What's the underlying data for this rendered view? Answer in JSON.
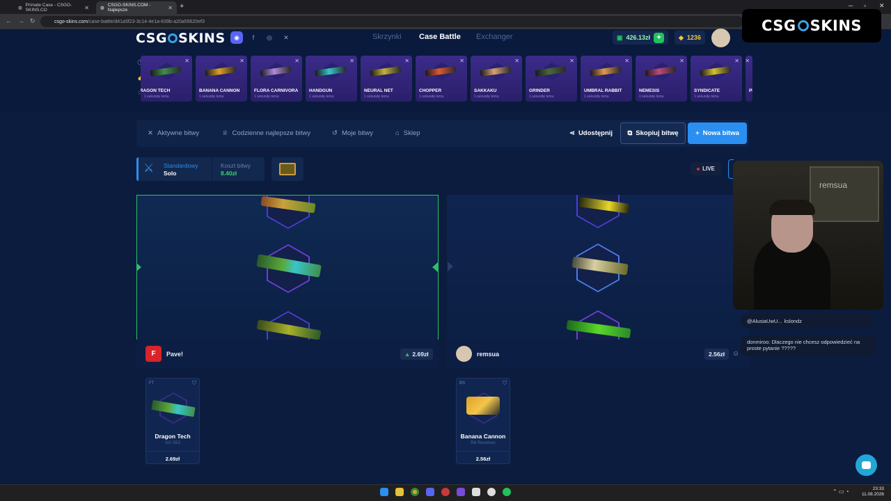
{
  "browser": {
    "tabs": [
      {
        "label": "Primate Case - CSGO-SKINS.CO"
      },
      {
        "label": "CSGO-SKINS.COM - Najlepsze"
      }
    ],
    "url_domain": "csgo-skins.com",
    "url_path": "/case-battle/d41a5f23-3c14-4e1a-839b-a20a59620ef3"
  },
  "header": {
    "logo_left": "CSG",
    "logo_right": "SKINS",
    "nav": [
      {
        "label": "Skrzynki"
      },
      {
        "label": "Case Battle"
      },
      {
        "label": "Exchanger"
      }
    ],
    "balance": "426.13zł",
    "coins": "1236"
  },
  "stream_overlay_logo": {
    "left": "CSG",
    "right": "SKINS"
  },
  "live_feed": [
    {
      "name": "DRAGON TECH",
      "time": "1 sekundę temu",
      "color": "#3f8f4a"
    },
    {
      "name": "BANANA CANNON",
      "time": "1 sekundę temu",
      "color": "#e0a024"
    },
    {
      "name": "FLORA CARNIVORA",
      "time": "1 sekundę temu",
      "color": "#b08ad6"
    },
    {
      "name": "HANDGUN",
      "time": "1 sekundę temu",
      "color": "#37c6c8"
    },
    {
      "name": "NEURAL NET",
      "time": "1 sekundę temu",
      "color": "#c6b23a"
    },
    {
      "name": "CHOPPER",
      "time": "1 sekundę temu",
      "color": "#e05a2a"
    },
    {
      "name": "SAKKAKU",
      "time": "1 sekundę temu",
      "color": "#d8a070"
    },
    {
      "name": "GRINDER",
      "time": "1 sekundę temu",
      "color": "#4a6a3a"
    },
    {
      "name": "UMBRAL RABBIT",
      "time": "1 sekundę temu",
      "color": "#e09a4a"
    },
    {
      "name": "NEMESIS",
      "time": "1 sekundę temu",
      "color": "#c04a7a"
    },
    {
      "name": "SYNDICATE",
      "time": "1 sekundę temu",
      "color": "#d8c02a"
    },
    {
      "name": "PI",
      "time": "",
      "color": "#6a5ac0"
    }
  ],
  "battle_tabs": [
    {
      "label": "Aktywne bitwy",
      "icon": "swords-icon"
    },
    {
      "label": "Codzienne najlepsze bitwy",
      "icon": "trophy-icon"
    },
    {
      "label": "Moje bitwy",
      "icon": "history-icon"
    },
    {
      "label": "Sklep",
      "icon": "basket-icon"
    }
  ],
  "actions": {
    "share": "Udostępnij",
    "copy": "Skopiuj bitwę",
    "new": "Nowa bitwa"
  },
  "battle_info": {
    "mode_label": "Standardowy",
    "mode_value": "Solo",
    "cost_label": "Koszt bitwy",
    "cost_value": "8.40zł",
    "live": "LIVE"
  },
  "players": [
    {
      "name": "Pave!",
      "total": "2.69zł",
      "item": {
        "tag": "FT",
        "name": "Dragon Tech",
        "sub": "SG 553",
        "price": "2.69zł",
        "color": "#3f8f4a"
      }
    },
    {
      "name": "remsua",
      "total": "2.56zł",
      "item": {
        "tag": "BS",
        "name": "Banana Cannon",
        "sub": "R8 Revolver",
        "price": "2.56zł",
        "color": "#e0a024"
      }
    }
  ],
  "webcam": {
    "watermark": "remsua"
  },
  "chat": [
    {
      "user": "@AlusiaUwU... ",
      "text": "kslondz"
    },
    {
      "user": "donmiroo: ",
      "text": "Dlaczego nie chcesz odpowiedzieć na proste pytanie ????? "
    }
  ],
  "taskbar": {
    "time": "23:33",
    "date": "11.08.2026"
  },
  "colors": {
    "accent_blue": "#2a8ff0",
    "accent_green": "#21c25e",
    "page_bg": "#0c1c3e",
    "panel_bg": "#0f2248"
  }
}
